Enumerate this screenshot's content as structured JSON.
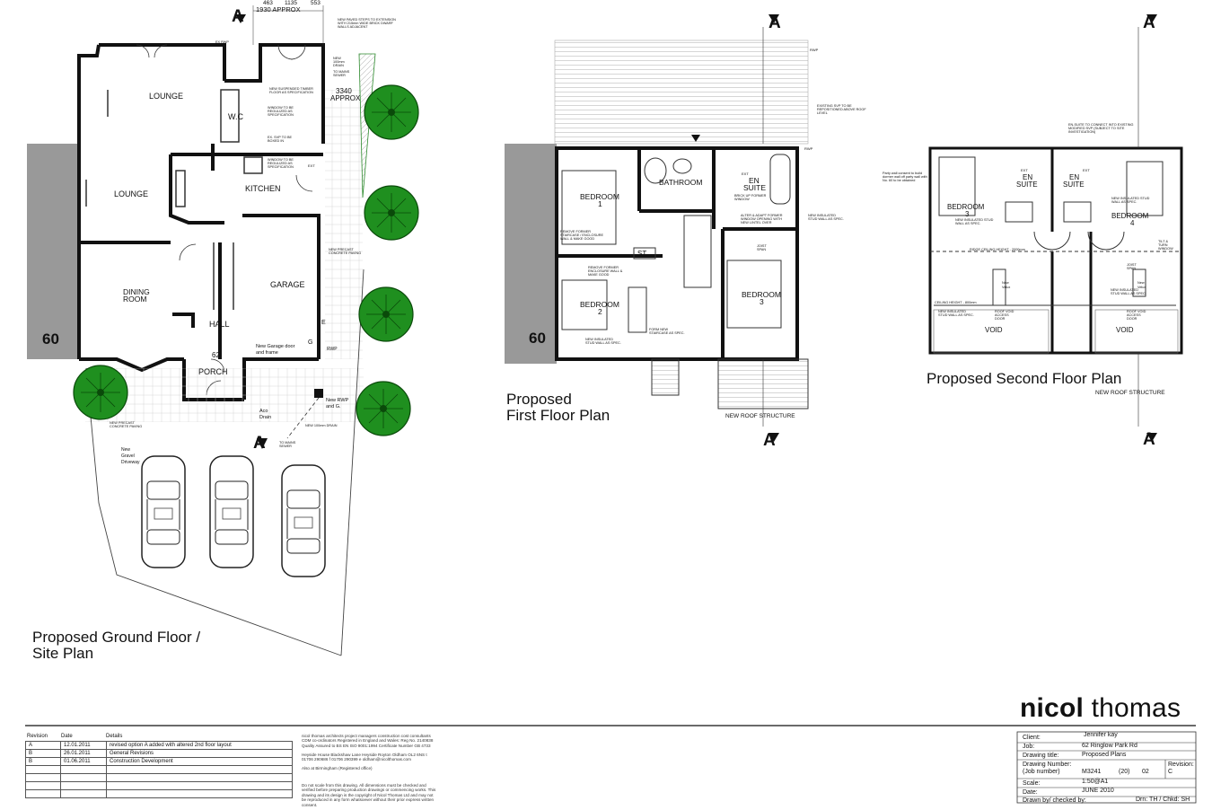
{
  "ground": {
    "title_l1": "Proposed Ground Floor /",
    "title_l2": "Site Plan",
    "dims": {
      "top_left": "463",
      "top_mid": "1135",
      "top_right": "553",
      "total": "1930 APPROX"
    },
    "dim_3340": "3340",
    "dim_approx": "APPROX",
    "section_mark": "A",
    "rooms": {
      "lounge_top": "LOUNGE",
      "lounge": "LOUNGE",
      "wc": "W.C",
      "kitchen": "KITCHEN",
      "garage": "GARAGE",
      "dining_l1": "DINING",
      "dining_l2": "ROOM",
      "hall": "HALL",
      "porch": "PORCH"
    },
    "number_60": "60",
    "number_62": "62",
    "notes": {
      "paved_steps": "NEW PAVED STEPS TO EXTENSION WITH 215mm WIDE BRICK DWARF WALLS ADJACENT",
      "suspended_floor": "NEW SUSPENDED TIMBER FLOOR AS SPECIFICATION",
      "window_regulized": "WINDOW TO BE REGULIZED AS SPECIFICATION",
      "svp": "EX. SVP TO BE BOXED IN",
      "window_kitchen": "WINDOW TO BE REGULIZED AS SPECIFICATION",
      "ex_rwp": "EX RWP",
      "new_100_drain": "NEW 100mm DRAIN",
      "to_mains_sewer": "TO MAINS SEWER",
      "ext": "EXT",
      "precast_paving": "NEW PRECAST CONCRETE PAVING",
      "garage_door_l1": "New Garage door",
      "garage_door_l2": "and frame",
      "rwp": "RWP",
      "new_rwp_l1": "New RWP",
      "new_rwp_l2": "and G.",
      "aco_l1": "Aco",
      "aco_l2": "Drain",
      "new_100_drain_2": "NEW 100mm DRAIN",
      "to_mains_sewer_2": "TO MAINS SEWER",
      "precast_paving_2": "NEW PRECAST CONCRETE PAVING",
      "gravel_l1": "New",
      "gravel_l2": "Gravel",
      "gravel_l3": "Driveway",
      "e": "E",
      "g": "G"
    }
  },
  "first": {
    "title_l1": "Proposed",
    "title_l2": "First Floor Plan",
    "section_mark": "A",
    "number_60": "60",
    "rooms": {
      "bed1_l1": "BEDROOM",
      "bed1_l2": "1",
      "bathroom": "BATHROOM",
      "ensuite_l1": "EN",
      "ensuite_l2": "SUITE",
      "bed2": "BEDROOM",
      "bed2_n": "2",
      "bed3": "BEDROOM",
      "bed3_n": "3",
      "st": "ST."
    },
    "notes": {
      "svp_reposition": "EXISTING SVP TO BE REPOSITIONED ABOVE ROOF LEVEL",
      "rwp": "RWP",
      "rwp2": "RWP",
      "brick_up": "BRICK UP FORMER WINDOW",
      "alter_adapt": "ALTER & ADAPT FORMER WINDOW OPENING WITH NEW LINTEL OVER",
      "stud_wall": "NEW INSULATED STUD WALL AS SPEC.",
      "remove_stair": "REMOVE FORMER STAIRCASE / ENCLOSURE WALL & MAKE GOOD",
      "remove_enclosure": "REMOVE FORMER ENCLOSURE WALL & MAKE GOOD",
      "stud_wall_2": "NEW INSULATED STUD WALL AS SPEC.",
      "form_stair": "FORM NEW STAIRCASE AS SPEC.",
      "joist_span": "JOIST SPAN",
      "ext": "EXT",
      "roof_structure": "NEW ROOF STRUCTURE"
    }
  },
  "second": {
    "title": "Proposed Second Floor Plan",
    "section_mark": "A",
    "rooms": {
      "ensuite_a_l1": "EN",
      "ensuite_a_l2": "SUITE",
      "ensuite_b_l1": "EN",
      "ensuite_b_l2": "SUITE",
      "bed3": "BEDROOM",
      "bed3_n": "3",
      "bed4": "BEDROOM",
      "bed4_n": "4",
      "void_a": "VOID",
      "void_b": "VOID"
    },
    "notes": {
      "ensuite_connect": "EN-SUITE TO CONNECT INTO EXISTING MODIFIED SVP (SUBJECT TO SITE INVESTIGATION)",
      "party_wall": "Party wall consent to build dormer wall off party wall with No. 60 to be obtained",
      "stud_a": "NEW INSULATED STUD WALL AS SPEC.",
      "stud_b": "NEW INSULATED STUD WALL AS SPEC.",
      "tilt_turn": "TILT & TURN WINDOW",
      "ridge": "RIDGE CEILING HEIGHT - 2000mm",
      "ceiling_800": "CEILING HEIGHT - 800mm",
      "stud_c": "NEW INSULATED STUD WALL AS SPEC.",
      "stud_d": "NEW INSULATED STUD WALL AS SPEC.",
      "velux_a_l1": "New",
      "velux_a_l2": "Velux",
      "velux_b_l1": "New",
      "velux_b_l2": "Velux",
      "roof_void_a": "ROOF VOID ACCESS DOOR",
      "roof_void_b": "ROOF VOID ACCESS DOOR",
      "joist_span": "JOIST SPAN",
      "ext_a": "EXT",
      "ext_b": "EXT",
      "roof_structure": "NEW ROOF STRUCTURE"
    }
  },
  "brand": {
    "bold": "nicol",
    "light": "thomas"
  },
  "revisions": {
    "headers": [
      "Revision",
      "Date",
      "Details"
    ],
    "rows": [
      [
        "A",
        "12.01.2011",
        "revised option A added with altered 2nd floor layout"
      ],
      [
        "B",
        "26.01.2011",
        "General Revisions"
      ],
      [
        "B",
        "01.06.2011",
        "Construction Development"
      ]
    ]
  },
  "company_notes": {
    "block1": "nicol thomas architects project managers construction cost consultants CDM co-ordinators Registered in England and Wales: Reg No. 2140838 Quality Assured to BS EN ISO 9001:1994 Certificate Number GB 4733",
    "block2": "Heyside House Blackshaw Lane Heyside Royton Oldham OL2 6NS t 01706 290686 f 01706 290399 e oldham@nicolthomas.com",
    "block3": "Also at Birmingham (Registered office)",
    "block4": "Do not scale from this drawing. All dimensions must be checked and verified before preparing production drawings or commencing works. This drawing and its design is the copyright of Nicol Thomas Ltd and may not be reproduced in any form whatsoever without their prior express written consent."
  },
  "title_block": {
    "client_label": "Client:",
    "client": "Jennifer kay",
    "job_label": "Job:",
    "job": "62 Ringlow Park Rd",
    "drawing_title_label": "Drawing title:",
    "drawing_title": "Proposed Plans",
    "drawing_number_label_l1": "Drawing Number:",
    "drawing_number_label_l2": "(Job number)",
    "job_number": "M3241",
    "series": "(20)",
    "sheet": "02",
    "revision_label": "Revision:",
    "revision": "C",
    "scale_label": "Scale:",
    "scale": "1:50@A1",
    "date_label": "Date:",
    "date": "JUNE 2010",
    "drawn_label": "Drawn by/ checked by:",
    "drawn": "Drn: TH / Chkd: SH"
  }
}
